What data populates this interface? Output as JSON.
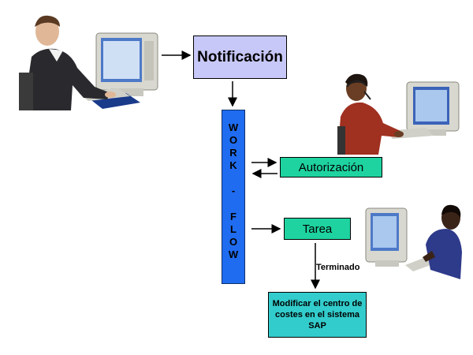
{
  "diagram": {
    "notificacion": "Notificación",
    "workflow_letters": [
      "W",
      "O",
      "R",
      "K",
      "-",
      "F",
      "L",
      "O",
      "W"
    ],
    "autorizacion": "Autorización",
    "tarea": "Tarea",
    "terminado": "Terminado",
    "modificar": "Modificar el centro de costes en el sistema SAP"
  },
  "colors": {
    "notificacion_box": "#c8c8f8",
    "workflow_bar": "#1f6cf0",
    "task_boxes": "#1ed3a0",
    "final_box": "#33cccc"
  },
  "icons": [
    "man-at-computer-icon",
    "woman-with-headset-at-computer-icon",
    "man-at-computer-right-icon"
  ]
}
